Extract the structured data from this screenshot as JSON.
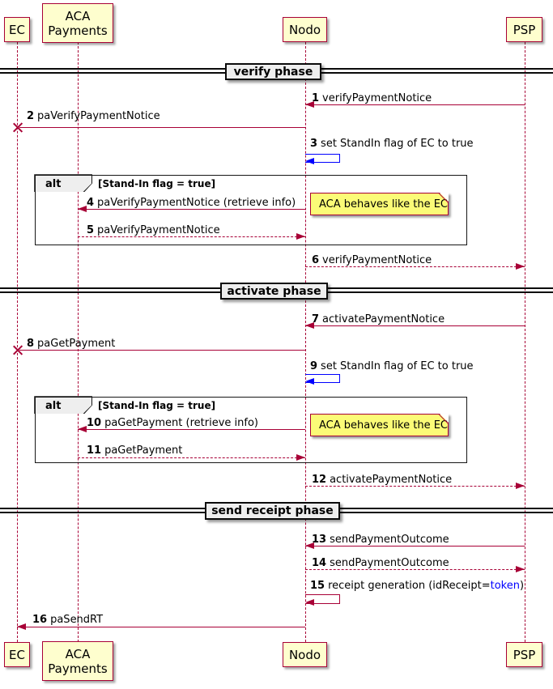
{
  "diagram": {
    "participants": [
      {
        "id": "ec",
        "label": "EC"
      },
      {
        "id": "aca",
        "label": "ACA\nPayments"
      },
      {
        "id": "nodo",
        "label": "Nodo"
      },
      {
        "id": "psp",
        "label": "PSP"
      }
    ],
    "dividers": [
      {
        "label": "verify phase"
      },
      {
        "label": "activate phase"
      },
      {
        "label": "send receipt phase"
      }
    ],
    "alt_blocks": [
      {
        "operator": "alt",
        "guard": "[Stand-In flag = true]"
      },
      {
        "operator": "alt",
        "guard": "[Stand-In flag = true]"
      }
    ],
    "notes": [
      {
        "text": "ACA behaves like the EC"
      },
      {
        "text": "ACA behaves like the EC"
      }
    ],
    "messages": [
      {
        "num": "1",
        "text": "verifyPaymentNotice",
        "from": "PSP",
        "to": "Nodo",
        "style": "solid"
      },
      {
        "num": "2",
        "text": "paVerifyPaymentNotice",
        "from": "Nodo",
        "to": "EC",
        "style": "solid-lost"
      },
      {
        "num": "3",
        "text": "set StandIn flag of EC to true",
        "from": "Nodo",
        "to": "Nodo",
        "style": "self-blue"
      },
      {
        "num": "4",
        "text": "paVerifyPaymentNotice (retrieve info)",
        "from": "Nodo",
        "to": "ACA",
        "style": "solid"
      },
      {
        "num": "5",
        "text": "paVerifyPaymentNotice",
        "from": "ACA",
        "to": "Nodo",
        "style": "dashed"
      },
      {
        "num": "6",
        "text": "verifyPaymentNotice",
        "from": "Nodo",
        "to": "PSP",
        "style": "dashed"
      },
      {
        "num": "7",
        "text": "activatePaymentNotice",
        "from": "PSP",
        "to": "Nodo",
        "style": "solid"
      },
      {
        "num": "8",
        "text": "paGetPayment",
        "from": "Nodo",
        "to": "EC",
        "style": "solid-lost"
      },
      {
        "num": "9",
        "text": "set StandIn flag of EC to true",
        "from": "Nodo",
        "to": "Nodo",
        "style": "self-blue"
      },
      {
        "num": "10",
        "text": "paGetPayment (retrieve info)",
        "from": "Nodo",
        "to": "ACA",
        "style": "solid"
      },
      {
        "num": "11",
        "text": "paGetPayment",
        "from": "ACA",
        "to": "Nodo",
        "style": "dashed"
      },
      {
        "num": "12",
        "text": "activatePaymentNotice",
        "from": "Nodo",
        "to": "PSP",
        "style": "dashed"
      },
      {
        "num": "13",
        "text": "sendPaymentOutcome",
        "from": "PSP",
        "to": "Nodo",
        "style": "solid"
      },
      {
        "num": "14",
        "text": "sendPaymentOutcome",
        "from": "Nodo",
        "to": "PSP",
        "style": "dashed"
      },
      {
        "num": "15",
        "text": "receipt generation (idReceipt=",
        "link_text": "token",
        "suffix": ")",
        "from": "Nodo",
        "to": "Nodo",
        "style": "self-red"
      },
      {
        "num": "16",
        "text": "paSendRT",
        "from": "Nodo",
        "to": "EC",
        "style": "solid"
      }
    ],
    "colors": {
      "participant_fill": "#FEFECE",
      "line_red": "#A80036",
      "note_fill": "#FBFB77",
      "self_blue": "#0000FF",
      "link_blue": "#0000FF",
      "frame_border": "#000000",
      "divider_fill": "#EEEEEE"
    }
  }
}
